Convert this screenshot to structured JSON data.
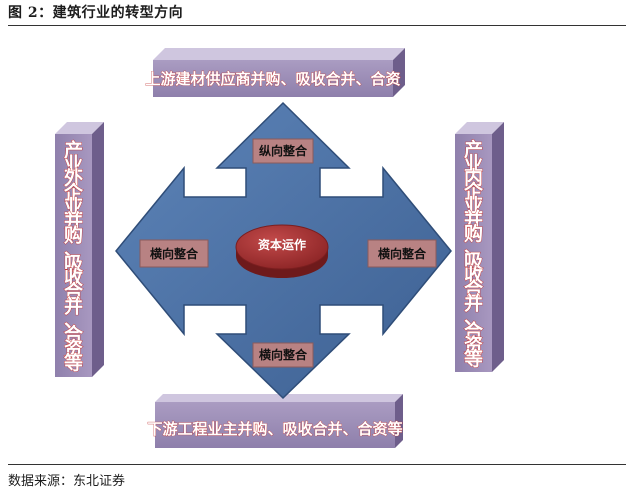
{
  "figure": {
    "title": "图 2：建筑行业的转型方向",
    "source": "数据来源：东北证券"
  },
  "diagram": {
    "top_box": "上游建材供应商并购、吸收合并、合资",
    "bottom_box": "下游工程业主并购、吸收合并、合资等",
    "left_box": "产业外企业并购、吸收合并、合资等",
    "right_box": "产业内企业并购、吸收合并、合资等",
    "arrow_up_label": "纵向整合",
    "arrow_down_label": "横向整合",
    "arrow_left_label": "横向整合",
    "arrow_right_label": "横向整合",
    "center_label": "资本运作"
  },
  "colors": {
    "box_face": "#9e8fb8",
    "box_top": "#c8bfd9",
    "box_side": "#6f5f8c",
    "arrow_fill": "#4a6fa3",
    "arrow_stroke": "#2f4d78",
    "label_fill": "#b77f80",
    "center_fill": "#a32f30"
  }
}
